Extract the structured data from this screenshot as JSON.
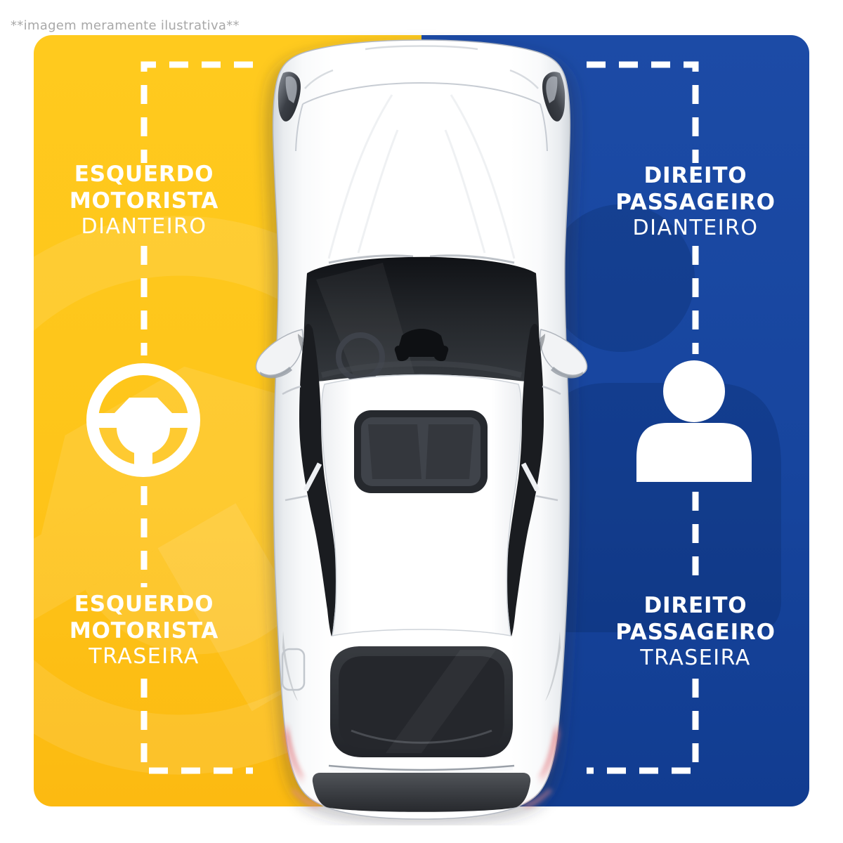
{
  "caption": "**imagem meramente ilustrativa**",
  "panels": {
    "left": {
      "side_color": "#fec51a",
      "role": "driver-side"
    },
    "right": {
      "side_color": "#17459e",
      "role": "passenger-side"
    }
  },
  "labels": {
    "front_left": {
      "line1": "ESQUERDO",
      "line2": "MOTORISTA",
      "line3": "DIANTEIRO"
    },
    "rear_left": {
      "line1": "ESQUERDO",
      "line2": "MOTORISTA",
      "line3": "TRASEIRA"
    },
    "front_right": {
      "line1": "DIREITO",
      "line2": "PASSAGEIRO",
      "line3": "DIANTEIRO"
    },
    "rear_right": {
      "line1": "DIREITO",
      "line2": "PASSAGEIRO",
      "line3": "TRASEIRA"
    }
  },
  "icons": {
    "left": "steering-wheel",
    "right": "passenger"
  },
  "illustration": "car-top-view"
}
